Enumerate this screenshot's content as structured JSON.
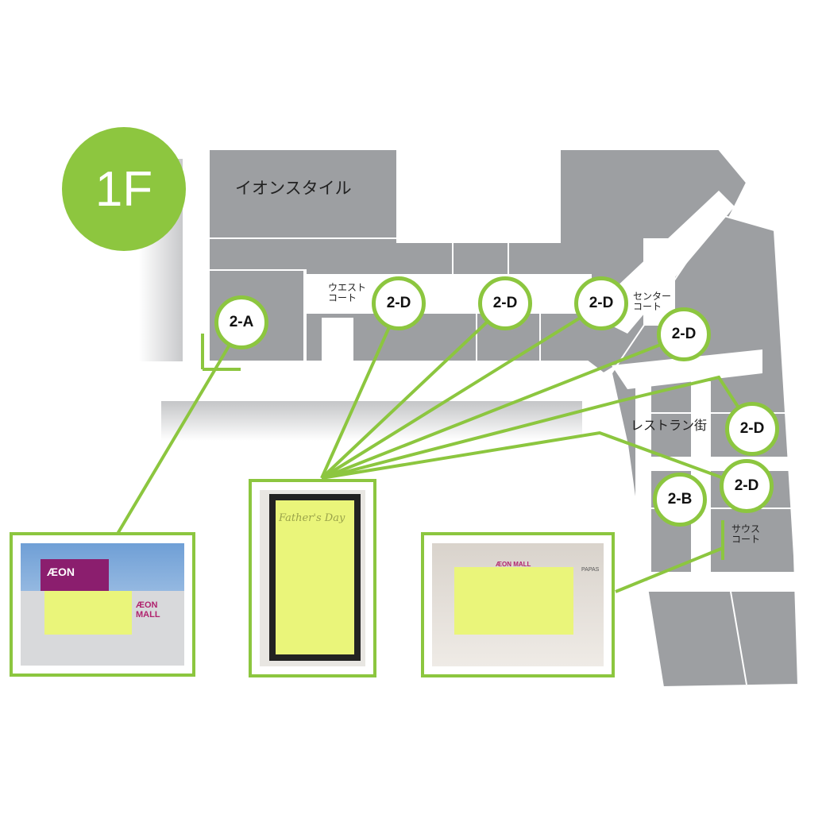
{
  "floor_badge": {
    "label": "1F",
    "color": "#8dc63f"
  },
  "areas": {
    "aeon_style": "イオンスタイル",
    "west_court": "ウエスト\nコート",
    "center_court": "センター\nコート",
    "restaurant": "レストラン街",
    "south_court": "サウス\nコート"
  },
  "pins": [
    {
      "label": "2-A"
    },
    {
      "label": "2-D"
    },
    {
      "label": "2-D"
    },
    {
      "label": "2-D"
    },
    {
      "label": "2-D"
    },
    {
      "label": "2-D"
    },
    {
      "label": "2-D"
    },
    {
      "label": "2-B"
    }
  ],
  "photos": {
    "exterior": {
      "sign": "ÆON",
      "mall": "ÆON MALL"
    },
    "signage": {
      "text": "Father's Day"
    },
    "court": {
      "sign": "ÆON MALL",
      "store": "PAPAS"
    }
  },
  "colors": {
    "accent": "#8cc63f",
    "floor": "#9d9fa2",
    "highlight": "#eaf57a"
  }
}
